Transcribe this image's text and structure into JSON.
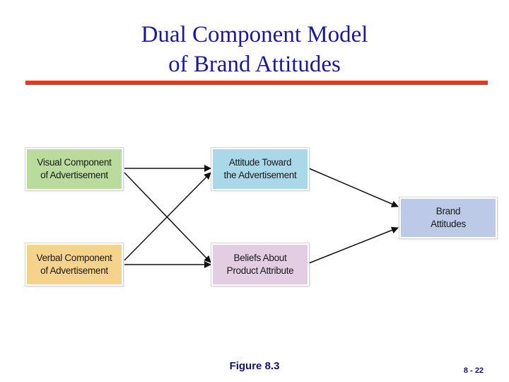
{
  "title": {
    "line1": "Dual Component Model",
    "line2": "of Brand Attitudes"
  },
  "colors": {
    "title": "#1a1a99",
    "rule": "#e03a22",
    "visual": "#b9dc9c",
    "verbal": "#f6d38c",
    "attitude_ad": "#a9d9e8",
    "beliefs": "#e3cde3",
    "brand": "#bccae8",
    "arrow": "#111111"
  },
  "boxes": {
    "visual": {
      "line1": "Visual Component",
      "line2": "of Advertisement"
    },
    "verbal": {
      "line1": "Verbal Component",
      "line2": "of Advertisement"
    },
    "attitude_ad": {
      "line1": "Attitude Toward",
      "line2": "the Advertisement"
    },
    "beliefs": {
      "line1": "Beliefs About",
      "line2": "Product Attribute"
    },
    "brand": {
      "line1": "Brand",
      "line2": "Attitudes"
    }
  },
  "caption": "Figure 8.3",
  "page_number": "8 - 22"
}
